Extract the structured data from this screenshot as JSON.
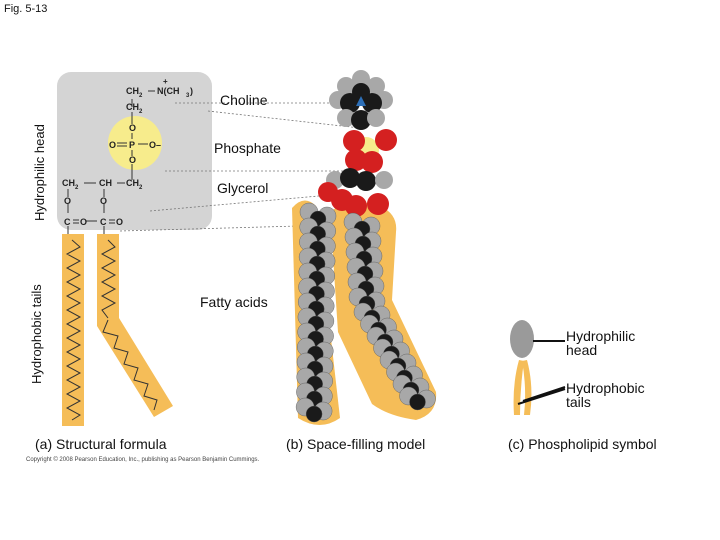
{
  "figure_label": "Fig. 5-13",
  "axis_labels": {
    "hydrophilic_head": "Hydrophilic head",
    "hydrophobic_tails": "Hydrophobic tails"
  },
  "parts": {
    "choline": "Choline",
    "phosphate": "Phosphate",
    "glycerol": "Glycerol",
    "fatty_acids": "Fatty acids"
  },
  "formula": {
    "ch2_top": "CH",
    "n_group": "N(CH",
    "plus": "+",
    "ch2_mid": "CH",
    "o": "O",
    "p": "P",
    "o_minus": "O–",
    "ch2_left": "CH",
    "ch": "CH",
    "ch2_right": "CH",
    "c": "C",
    "sub2": "2",
    "sub3": "3",
    "close3": ")"
  },
  "symbol_labels": {
    "head_line1": "Hydrophilic",
    "head_line2": "head",
    "tails_line1": "Hydrophobic",
    "tails_line2": "tails"
  },
  "captions": {
    "a": "(a) Structural formula",
    "b": "(b) Space-filling model",
    "c": "(c) Phospholipid symbol"
  },
  "copyright": "Copyright © 2008 Pearson Education, Inc., publishing as Pearson Benjamin Cummings.",
  "colors": {
    "gray_panel": "#d4d4d4",
    "tail_yellow": "#f5bd58",
    "phosphate_circle": "#f7ec8c",
    "oxygen_red": "#d42020",
    "carbon_dark": "#1a1a1a",
    "hydrogen_gray": "#a8a8a8",
    "nitrogen_blue": "#2d6fb7",
    "symbol_head": "#9a9a9a"
  }
}
